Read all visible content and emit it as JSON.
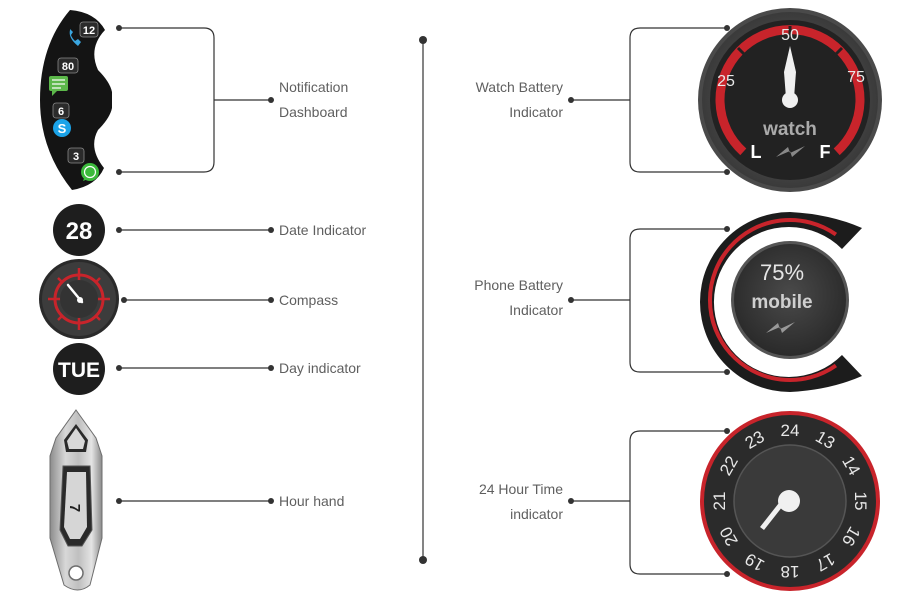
{
  "labels": {
    "notification": [
      "Notification",
      "Dashboard"
    ],
    "date": "Date Indicator",
    "compass": "Compass",
    "day": "Day indicator",
    "hour_hand": "Hour hand",
    "watch_battery": [
      "Watch Battery",
      "Indicator"
    ],
    "phone_battery": [
      "Phone Battery",
      "Indicator"
    ],
    "time24": [
      "24 Hour Time",
      "indicator"
    ]
  },
  "notifications": [
    {
      "count": "12",
      "icon": "phone-icon",
      "color": "#3aa6e0"
    },
    {
      "count": "80",
      "icon": "message-icon",
      "color": "#5cb84a"
    },
    {
      "count": "6",
      "icon": "skype-icon",
      "color": "#1ba3e8"
    },
    {
      "count": "3",
      "icon": "whatsapp-icon",
      "color": "#3cba3c"
    }
  ],
  "date_value": "28",
  "day_value": "TUE",
  "hour_hand_value": "7",
  "watch_gauge": {
    "scale": [
      "25",
      "50",
      "75"
    ],
    "label": "watch",
    "low": "L",
    "full": "F"
  },
  "phone_gauge": {
    "percent_text": "75%",
    "label": "mobile",
    "level": 0.75
  },
  "time24_dial": {
    "numbers": [
      "24",
      "13",
      "14",
      "15",
      "16",
      "17",
      "18",
      "19",
      "20",
      "21",
      "22",
      "23"
    ]
  },
  "colors": {
    "accent_red": "#c8242b",
    "dark": "#1e1e1e",
    "text": "#5f5f5f",
    "line": "#333333"
  }
}
